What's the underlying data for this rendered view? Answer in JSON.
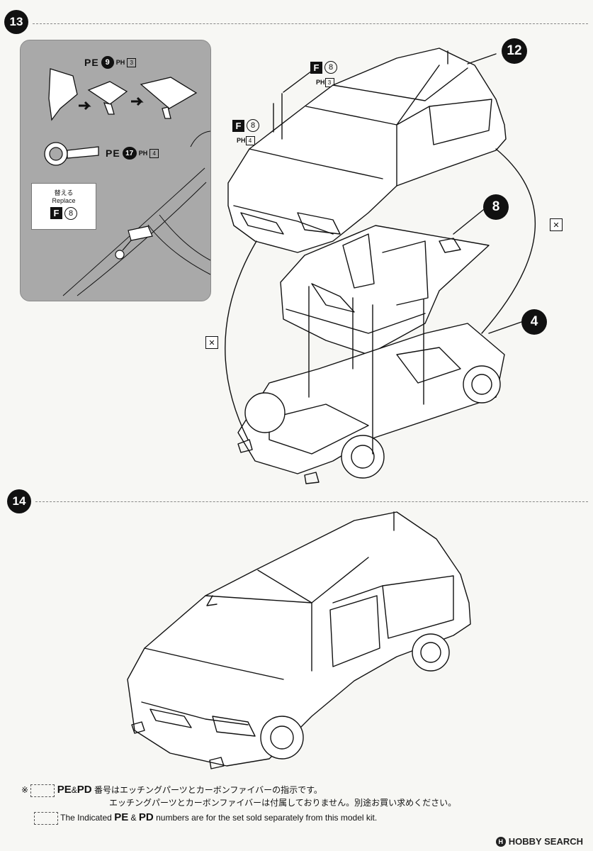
{
  "steps": [
    {
      "number": "13"
    },
    {
      "number": "14"
    }
  ],
  "inset": {
    "pe9": {
      "prefix": "PE",
      "num": "9",
      "ph": "PH",
      "ph_num": "3"
    },
    "pe17": {
      "prefix": "PE",
      "num": "17",
      "ph": "PH",
      "ph_num": "4"
    },
    "replace": {
      "jp": "替える",
      "en": "Replace",
      "part_letter": "F",
      "part_num": "8"
    }
  },
  "labels": {
    "f8_top": {
      "letter": "F",
      "num": "8",
      "ph": "PH",
      "ph_num": "3"
    },
    "f8_left": {
      "letter": "F",
      "num": "8",
      "ph": "PH",
      "ph_num": "4"
    }
  },
  "callouts": [
    "12",
    "8",
    "4"
  ],
  "notes": {
    "asterisk": "※",
    "pe": "PE",
    "amp": "&",
    "pd": "PD",
    "jp_line1": "番号はエッチングパーツとカーボンファイバーの指示です。",
    "jp_line2": "エッチングパーツとカーボンファイバーは付属しておりません。別途お買い求めください。",
    "en_prefix": "The Indicated",
    "en_suffix": "numbers are for the set sold separately from this model kit."
  },
  "watermark": {
    "text": "HOBBY SEARCH",
    "mark": "H"
  }
}
